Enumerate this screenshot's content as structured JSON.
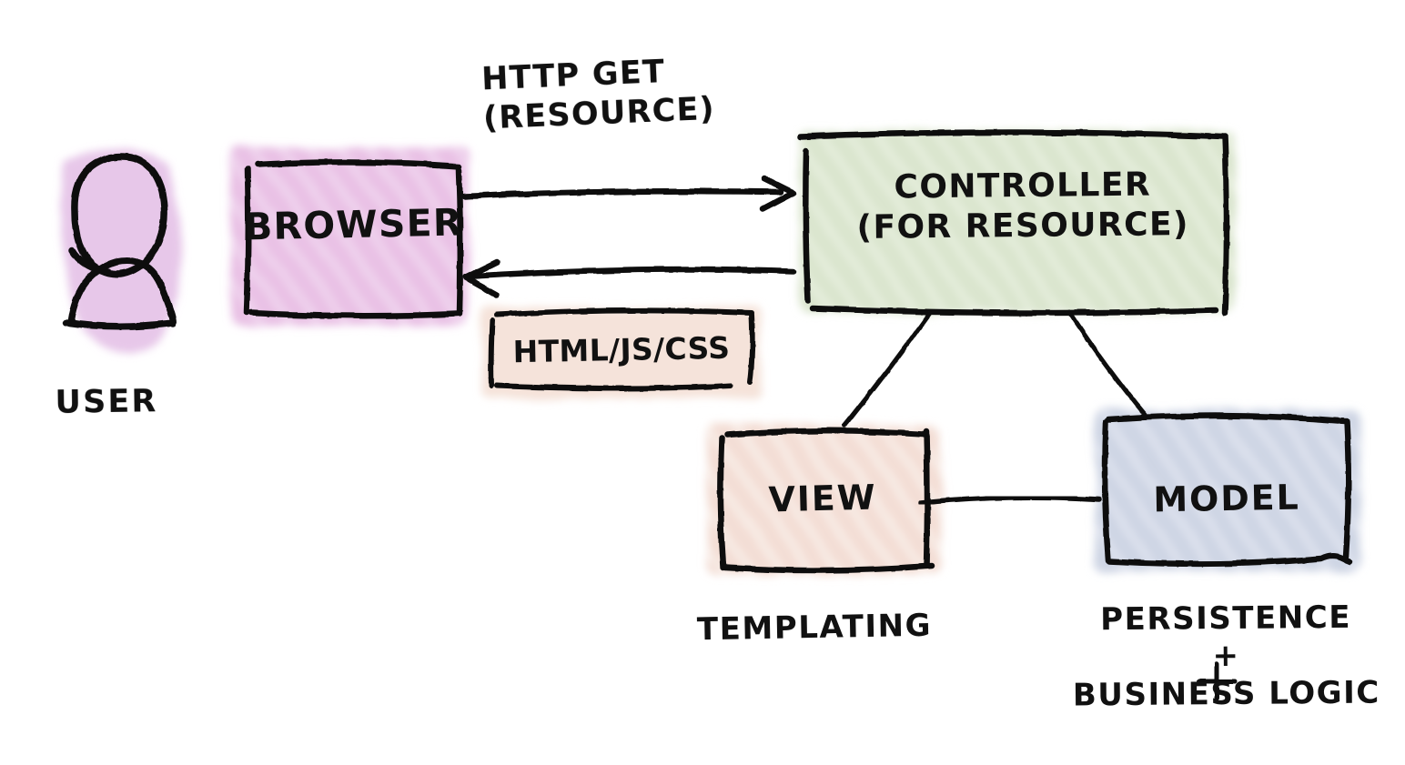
{
  "diagram": {
    "title": "MVC web request flow sketch",
    "style": "hand-drawn whiteboard sketch",
    "background_color": "#ffffff",
    "ink_color": "#111111"
  },
  "actors": {
    "user": {
      "label": "USER",
      "icon": "person-icon",
      "fill_color": "#e6c4e8"
    }
  },
  "nodes": {
    "browser": {
      "label": "BROWSER",
      "fill_color": "#e8bfe4"
    },
    "controller": {
      "label": "CONTROLLER\n(FOR RESOURCE)",
      "fill_color": "#d9e4cc"
    },
    "htmljscss": {
      "label": "HTML/JS/CSS",
      "fill_color": "#f4e2d8"
    },
    "view": {
      "label": "VIEW",
      "fill_color": "#f2ddd3"
    },
    "model": {
      "label": "MODEL",
      "fill_color": "#ccd3e3"
    }
  },
  "edges": {
    "request": {
      "label": "HTTP GET\n(RESOURCE)",
      "from": "browser",
      "to": "controller",
      "arrow": "right"
    },
    "response": {
      "label": "HTML/JS/CSS",
      "from": "controller",
      "to": "browser",
      "arrow": "left"
    },
    "controller_view": {
      "from": "controller",
      "to": "view",
      "arrow": "none"
    },
    "controller_model": {
      "from": "controller",
      "to": "model",
      "arrow": "none"
    },
    "view_model": {
      "from": "view",
      "to": "model",
      "arrow": "none"
    }
  },
  "annotations": {
    "view_note": "TEMPLATING",
    "model_note": "PERSISTENCE\n+\nBUSINESS LOGIC"
  }
}
